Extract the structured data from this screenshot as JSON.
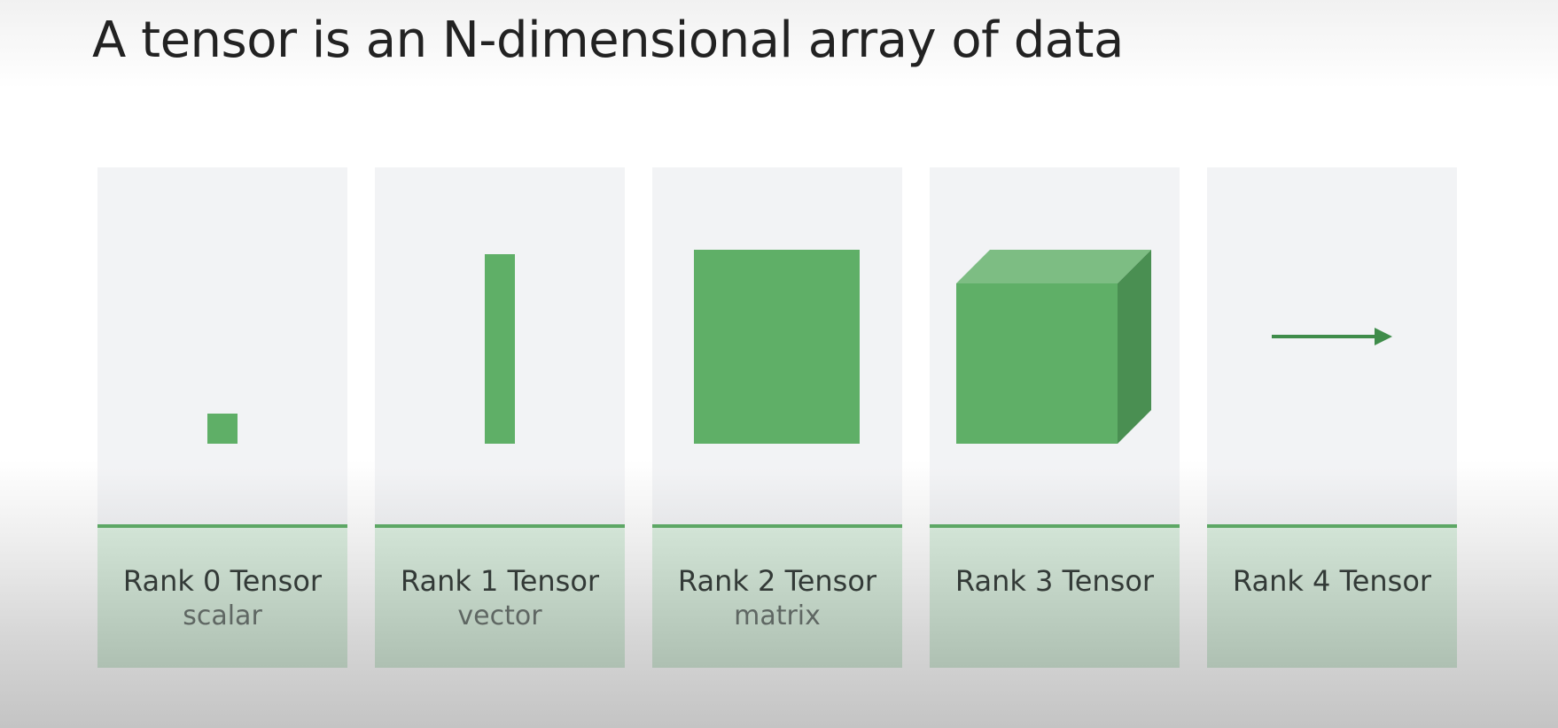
{
  "slide": {
    "title": "A tensor is an N-dimensional array of data"
  },
  "colors": {
    "green_front": "#5faf67",
    "green_top": "#7dbd83",
    "green_side": "#4a8f52",
    "arrow": "#3f8c4a",
    "caption_rule": "#5da765"
  },
  "tensors": [
    {
      "title": "Rank 0 Tensor",
      "subtitle": "scalar",
      "shape": "square-dot"
    },
    {
      "title": "Rank 1 Tensor",
      "subtitle": "vector",
      "shape": "vertical-bar"
    },
    {
      "title": "Rank 2 Tensor",
      "subtitle": "matrix",
      "shape": "square"
    },
    {
      "title": "Rank 3 Tensor",
      "subtitle": "",
      "shape": "cube"
    },
    {
      "title": "Rank 4 Tensor",
      "subtitle": "",
      "shape": "right-arrow"
    }
  ]
}
